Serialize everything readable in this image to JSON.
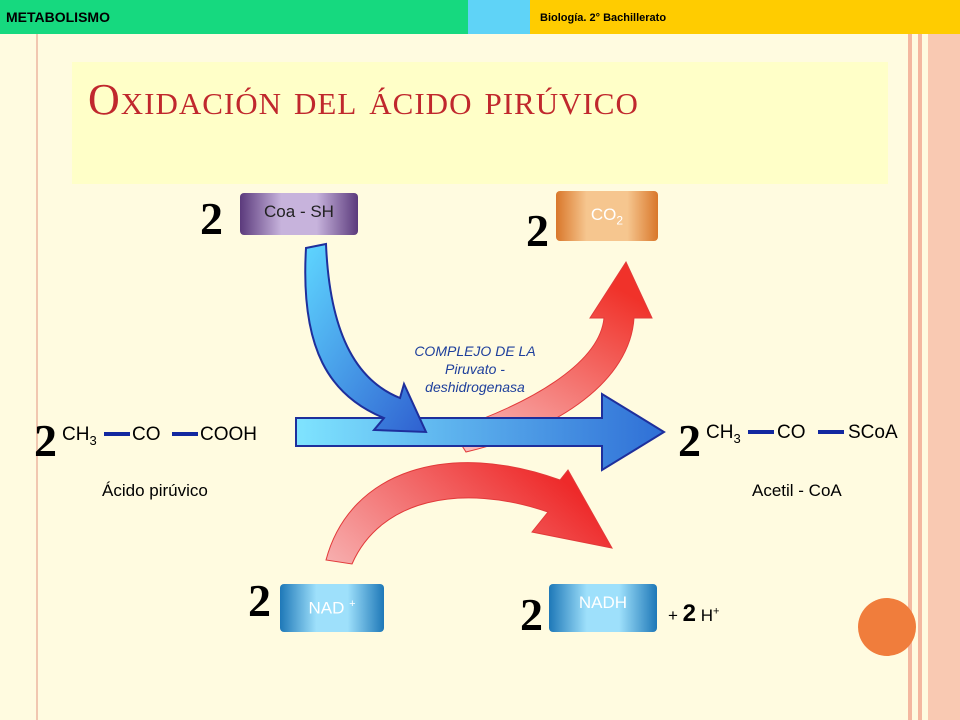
{
  "header": {
    "left_label": "METABOLISMO",
    "right_label": "Biología. 2° Bachillerato"
  },
  "title": "Oxidación del ácido pirúvico",
  "colors": {
    "title_red": "#c0282d",
    "enzyme_blue": "#1e3f9c",
    "bond_blue": "#1228a0",
    "arrow_blue": "#3aa0ef",
    "arrow_red": "#f04a4a"
  },
  "diagram": {
    "coa": {
      "coef": "2",
      "label": "Coa - SH"
    },
    "co2": {
      "coef": "2",
      "label": "CO",
      "subscript": "2"
    },
    "nad": {
      "coef": "2",
      "label": "NAD",
      "superscript": "+"
    },
    "nadh": {
      "coef": "2",
      "label": "NADH",
      "plus": "+",
      "h_coef": "2",
      "h_label": "H",
      "h_superscript": "+"
    },
    "reactant": {
      "coef": "2",
      "ch3": "CH",
      "ch3_sub": "3",
      "co": "CO",
      "cooh": "COOH",
      "caption": "Ácido pirúvico"
    },
    "product": {
      "coef": "2",
      "ch3": "CH",
      "ch3_sub": "3",
      "co": "CO",
      "scoa": "SCoA",
      "caption": "Acetil - CoA"
    },
    "enzyme": {
      "line1": "COMPLEJO DE LA",
      "line2": "Piruvato -",
      "line3": "deshidrogenasa"
    }
  }
}
